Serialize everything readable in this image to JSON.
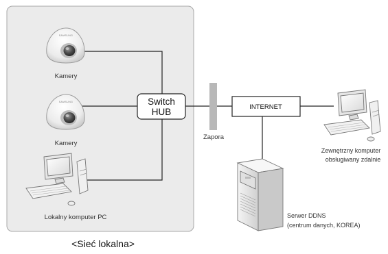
{
  "lan": {
    "caption": "<Sieć lokalna>",
    "camera_top_label": "Kamery",
    "camera_bottom_label": "Kamery",
    "camera_brand": "SAMSUNG",
    "local_pc_label": "Lokalny komputer PC"
  },
  "switch": {
    "line1": "Switch",
    "line2": "HUB"
  },
  "firewall": {
    "label": "Zapora"
  },
  "internet": {
    "label": "INTERNET"
  },
  "remote_pc": {
    "line1": "Zewnętrzny komputer",
    "line2": "obsługiwany zdalnie"
  },
  "ddns_server": {
    "line1": "Serwer DDNS",
    "line2": "(centrum danych, KOREA)"
  }
}
